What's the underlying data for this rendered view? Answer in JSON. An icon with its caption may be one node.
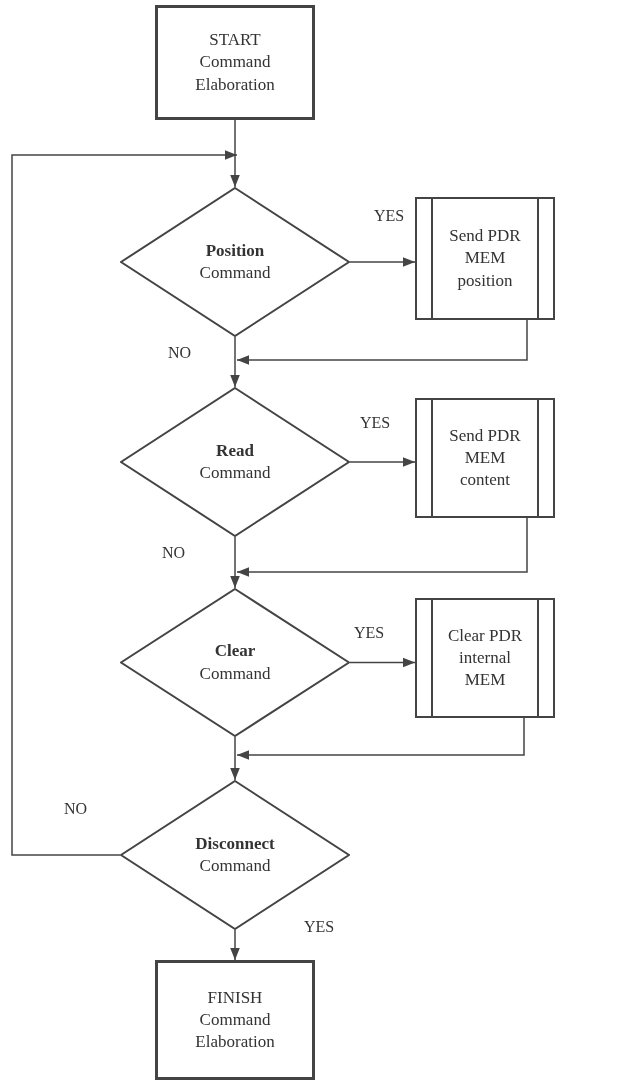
{
  "diagram": {
    "nodes": [
      {
        "text": [
          "START",
          "Command Elaboration"
        ]
      },
      {
        "text": [
          "Position",
          "Command"
        ]
      },
      {
        "text": [
          "Send PDR MEM position"
        ]
      },
      {
        "text": [
          "Read",
          "Command"
        ]
      },
      {
        "text": [
          "Send PDR MEM content"
        ]
      },
      {
        "text": [
          "Clear",
          "Command"
        ]
      },
      {
        "text": [
          "Clear PDR internal MEM"
        ]
      },
      {
        "text": [
          "Disconnect",
          "Command"
        ]
      },
      {
        "text": [
          "FINISH",
          "Command Elaboration"
        ]
      }
    ],
    "edges": [
      {
        "from": 0,
        "to": 1,
        "arrow": "to"
      },
      {
        "from": 1,
        "to": 2,
        "arrow": "to",
        "label": "YES"
      },
      {
        "from": 1,
        "to": 3,
        "arrow": "to",
        "label": "NO"
      },
      {
        "from": 2,
        "to": 3,
        "arrow": "to"
      },
      {
        "from": 3,
        "to": 4,
        "arrow": "to",
        "label": "YES"
      },
      {
        "from": 3,
        "to": 5,
        "arrow": "to",
        "label": "NO"
      },
      {
        "from": 4,
        "to": 5,
        "arrow": "to"
      },
      {
        "from": 5,
        "to": 6,
        "arrow": "to",
        "label": "YES"
      },
      {
        "from": 5,
        "to": 7,
        "arrow": "to"
      },
      {
        "from": 6,
        "to": 7,
        "arrow": "to"
      },
      {
        "from": 7,
        "to": 1,
        "arrow": "to",
        "label": "NO"
      },
      {
        "from": 7,
        "to": 8,
        "arrow": "to",
        "label": "YES"
      }
    ]
  }
}
